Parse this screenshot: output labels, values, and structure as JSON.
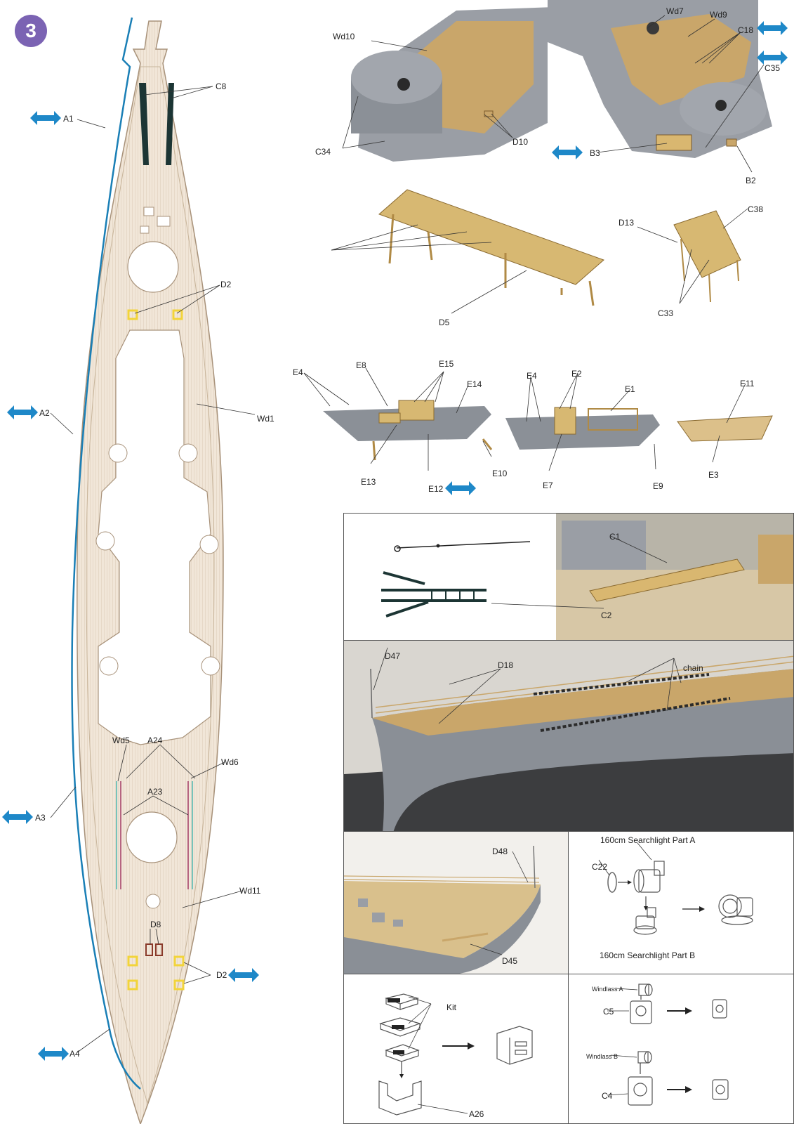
{
  "step_number": "3",
  "colors": {
    "step_badge": "#7b63b3",
    "arrow": "#1e88c8",
    "deck_wood": "#efe3d3",
    "brass": "#c8a45a",
    "resin_gray": "#8a8f96",
    "edge_line": "#1a7fb6",
    "yellow_part": "#f2d43b"
  },
  "deck_labels": {
    "a1": "A1",
    "a2": "A2",
    "a3": "A3",
    "a4": "A4",
    "c8": "C8",
    "d2_top": "D2",
    "wd1": "Wd1",
    "wd5": "Wd5",
    "a24": "A24",
    "wd6": "Wd6",
    "a23": "A23",
    "wd11": "Wd11",
    "d8": "D8",
    "d2_bottom": "D2"
  },
  "turret_photos": {
    "wd10": "Wd10",
    "c34": "C34",
    "d10": "D10",
    "wd7": "Wd7",
    "wd9": "Wd9",
    "c18": "C18",
    "c35": "C35",
    "b3": "B3",
    "b2": "B2"
  },
  "platform_labels": {
    "d5": "D5",
    "d13": "D13",
    "c38": "C38",
    "c33": "C33"
  },
  "boat_labels": {
    "e4a": "E4",
    "e8": "E8",
    "e15": "E15",
    "e14": "E14",
    "e13": "E13",
    "e12": "E12",
    "e10": "E10",
    "e4b": "E4",
    "e2": "E2",
    "e1": "E1",
    "e7": "E7",
    "e9": "E9",
    "e11": "E11",
    "e3": "E3"
  },
  "ladder_panel": {
    "c1": "C1",
    "c2": "C2"
  },
  "bow_panel": {
    "d47": "D47",
    "d18": "D18",
    "chain": "chain"
  },
  "stern_panel": {
    "d48": "D48",
    "d45": "D45"
  },
  "searchlight_panel": {
    "part_a": "160cm Searchlight Part A",
    "c22": "C22",
    "part_b": "160cm Searchlight Part B"
  },
  "kit_panel": {
    "kit": "Kit",
    "a26": "A26"
  },
  "windlass_panel": {
    "windlass_a": "Windlass A",
    "c5": "C5",
    "windlass_b": "Windlass B",
    "c4": "C4"
  }
}
